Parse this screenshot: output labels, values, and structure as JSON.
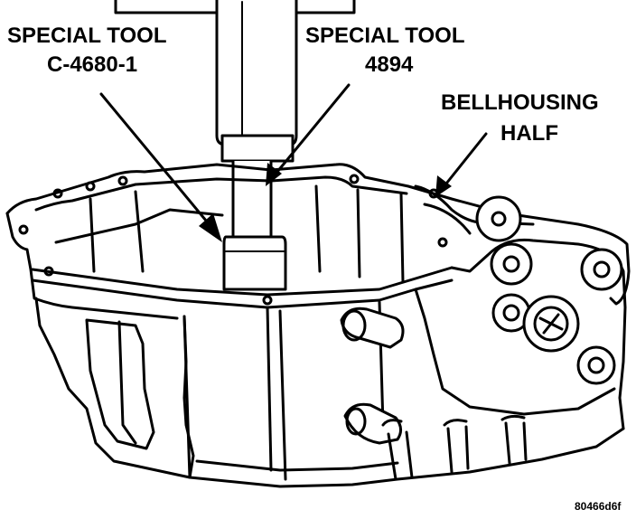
{
  "labels": {
    "tool1_line1": "SPECIAL TOOL",
    "tool1_line2": "C-4680-1",
    "tool2_line1": "SPECIAL TOOL",
    "tool2_line2": "4894",
    "bell_line1": "BELLHOUSING",
    "bell_line2": "HALF"
  },
  "figure_id": "80466d6f",
  "colors": {
    "ink": "#000000",
    "paper": "#ffffff"
  }
}
